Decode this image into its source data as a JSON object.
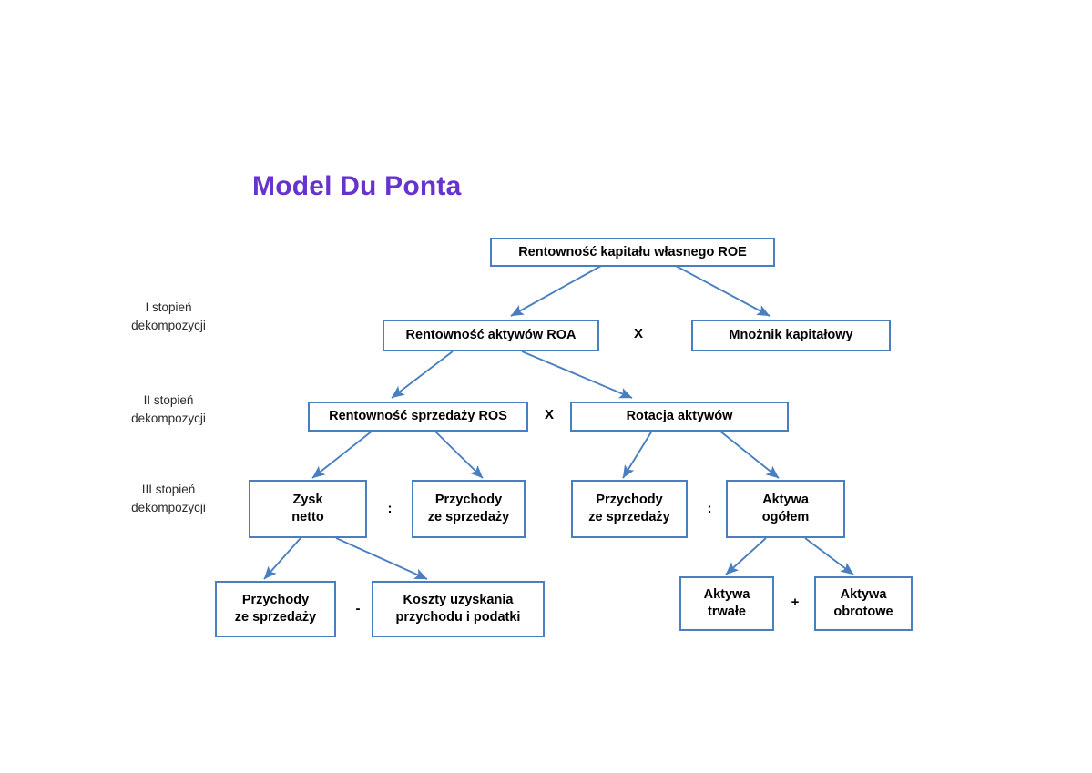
{
  "page": {
    "title": "Model Du Ponta",
    "title_color": "#6633cc",
    "box_border_color": "#4a7fbf",
    "edge_color": "#4a7fbf",
    "background": "#ffffff"
  },
  "stage_labels": [
    {
      "text": "I stopień\ndekompozycji"
    },
    {
      "text": "II stopień\ndekompozycji"
    },
    {
      "text": "III stopień\ndekompozycji"
    }
  ],
  "nodes": {
    "roe": {
      "label": "Rentowność kapitału własnego ROE"
    },
    "roa": {
      "label": "Rentowność aktywów ROA"
    },
    "multiplier": {
      "label": "Mnożnik kapitałowy"
    },
    "ros": {
      "label": "Rentowność sprzedaży ROS"
    },
    "asset_rotation": {
      "label": "Rotacja aktywów"
    },
    "net_profit": {
      "label": "Zysk\nnetto"
    },
    "revenue_left": {
      "label": "Przychody\nze sprzedaży"
    },
    "revenue_right": {
      "label": "Przychody\nze sprzedaży"
    },
    "total_assets": {
      "label": "Aktywa\nogółem"
    },
    "revenue_bottom": {
      "label": "Przychody\nze sprzedaży"
    },
    "costs_taxes": {
      "label": "Koszty uzyskania\nprzychodu i podatki"
    },
    "fixed_assets": {
      "label": "Aktywa\ntrwałe"
    },
    "current_assets": {
      "label": "Aktywa\nobrotowe"
    }
  },
  "operators": {
    "level1_multiply": {
      "symbol": "X"
    },
    "level2_multiply": {
      "symbol": "X"
    },
    "ros_divide": {
      "symbol": ":"
    },
    "rotation_divide": {
      "symbol": ":"
    },
    "profit_minus": {
      "symbol": "-"
    },
    "assets_plus": {
      "symbol": "+"
    }
  },
  "chart_data": {
    "type": "diagram",
    "title": "Model Du Ponta",
    "description": "DuPont decomposition tree of Return on Equity (ROE)",
    "levels": [
      {
        "name": "root",
        "boxes": [
          "Rentowność kapitału własnego ROE"
        ]
      },
      {
        "name": "I stopień dekompozycji",
        "boxes": [
          "Rentowność aktywów ROA",
          "Mnożnik kapitałowy"
        ],
        "operator": "X"
      },
      {
        "name": "II stopień dekompozycji",
        "boxes": [
          "Rentowność sprzedaży ROS",
          "Rotacja aktywów"
        ],
        "operator": "X"
      },
      {
        "name": "III stopień dekompozycji",
        "boxes": [
          "Zysk netto",
          "Przychody ze sprzedaży",
          "Przychody ze sprzedaży",
          "Aktywa ogółem"
        ],
        "operators": [
          ":",
          ":"
        ]
      },
      {
        "name": "components",
        "boxes": [
          "Przychody ze sprzedaży",
          "Koszty uzyskania przychodu i podatki",
          "Aktywa trwałe",
          "Aktywa obrotowe"
        ],
        "operators": [
          "-",
          "+"
        ]
      }
    ],
    "edges": [
      {
        "from": "Rentowność kapitału własnego ROE",
        "to": "Rentowność aktywów ROA"
      },
      {
        "from": "Rentowność kapitału własnego ROE",
        "to": "Mnożnik kapitałowy"
      },
      {
        "from": "Rentowność aktywów ROA",
        "to": "Rentowność sprzedaży ROS"
      },
      {
        "from": "Rentowność aktywów ROA",
        "to": "Rotacja aktywów"
      },
      {
        "from": "Rentowność sprzedaży ROS",
        "to": "Zysk netto"
      },
      {
        "from": "Rentowność sprzedaży ROS",
        "to": "Przychody ze sprzedaży"
      },
      {
        "from": "Rotacja aktywów",
        "to": "Przychody ze sprzedaży"
      },
      {
        "from": "Rotacja aktywów",
        "to": "Aktywa ogółem"
      },
      {
        "from": "Zysk netto",
        "to": "Przychody ze sprzedaży"
      },
      {
        "from": "Zysk netto",
        "to": "Koszty uzyskania przychodu i podatki"
      },
      {
        "from": "Aktywa ogółem",
        "to": "Aktywa trwałe"
      },
      {
        "from": "Aktywa ogółem",
        "to": "Aktywa obrotowe"
      }
    ]
  }
}
